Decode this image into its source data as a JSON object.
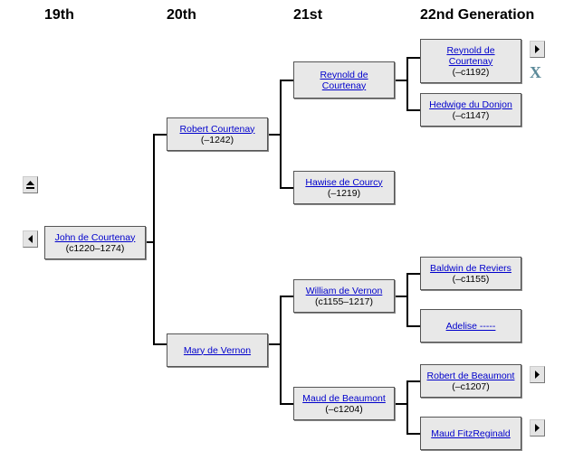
{
  "headers": {
    "gen19": "19th",
    "gen20": "20th",
    "gen21": "21st",
    "gen22": "22nd Generation"
  },
  "people": {
    "john": {
      "name": "John de Courtenay",
      "dates": "(c1220–1274)"
    },
    "robert_courtenay": {
      "name": "Robert Courtenay",
      "dates": "(–1242)"
    },
    "mary": {
      "name": "Mary de Vernon",
      "dates": ""
    },
    "reynold21": {
      "name": "Reynold de Courtenay",
      "dates": ""
    },
    "hawise": {
      "name": "Hawise de Courcy",
      "dates": "(–1219)"
    },
    "william": {
      "name": "William de Vernon",
      "dates": "(c1155–1217)"
    },
    "maud_beaumont": {
      "name": "Maud de Beaumont",
      "dates": "(–c1204)"
    },
    "reynold22": {
      "name": "Reynold de Courtenay",
      "dates": "(–c1192)"
    },
    "hedwige": {
      "name": "Hedwige du Donjon",
      "dates": "(–c1147)"
    },
    "baldwin": {
      "name": "Baldwin de Reviers",
      "dates": "(–c1155)"
    },
    "adelise": {
      "name": "Adelise -----",
      "dates": ""
    },
    "robert_beaumont": {
      "name": "Robert de Beaumont",
      "dates": "(–c1207)"
    },
    "maud_fitz": {
      "name": "Maud FitzReginald",
      "dates": ""
    }
  },
  "controls": {
    "close_label": "X"
  },
  "icons": {
    "up": "eject-up-icon",
    "left": "arrow-left-icon",
    "right": "arrow-right-icon"
  }
}
